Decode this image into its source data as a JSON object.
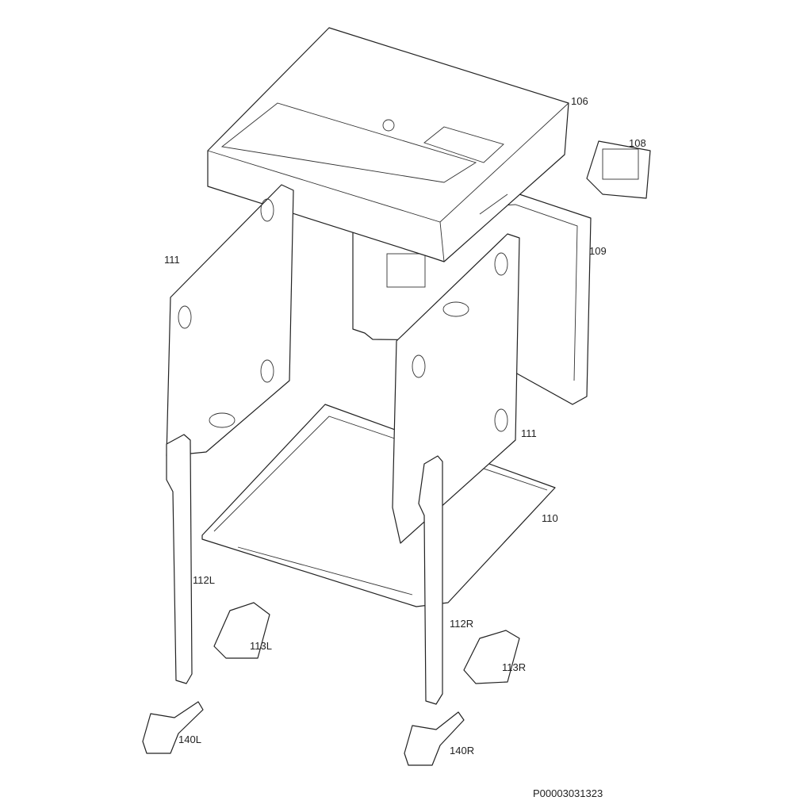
{
  "labels": {
    "p106": "106",
    "p108": "108",
    "p109": "109",
    "p111_left": "111",
    "p111_right": "111",
    "p110": "110",
    "p112L": "112L",
    "p113L": "113L",
    "p112R": "112R",
    "p113R": "113R",
    "p140L": "140L",
    "p140R": "140R"
  },
  "drawing_code": "P00003031323"
}
